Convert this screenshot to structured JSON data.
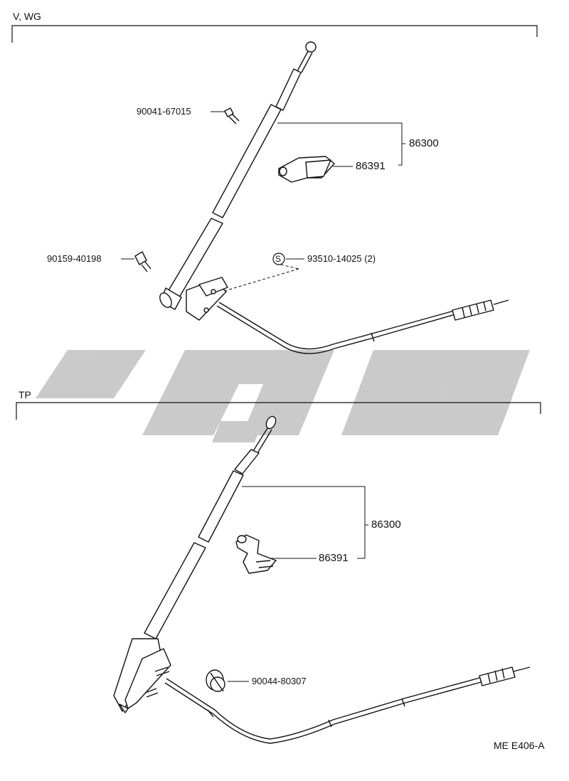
{
  "sections": {
    "top": {
      "title": "V, WG"
    },
    "bottom": {
      "title": "TP"
    }
  },
  "parts": {
    "top": {
      "screw": "90041-67015",
      "bolt": "90159-40198",
      "s_symbol": "S",
      "s_part": "93510-14025 (2)",
      "antenna_assy": "86300",
      "bracket": "86391"
    },
    "bottom": {
      "antenna_assy": "86300",
      "bracket": "86391",
      "grommet": "90044-80307"
    }
  },
  "drawing_code": "ME E406-A",
  "colors": {
    "ink": "#111111",
    "watermark": "#c8c8c8",
    "background": "#ffffff"
  }
}
